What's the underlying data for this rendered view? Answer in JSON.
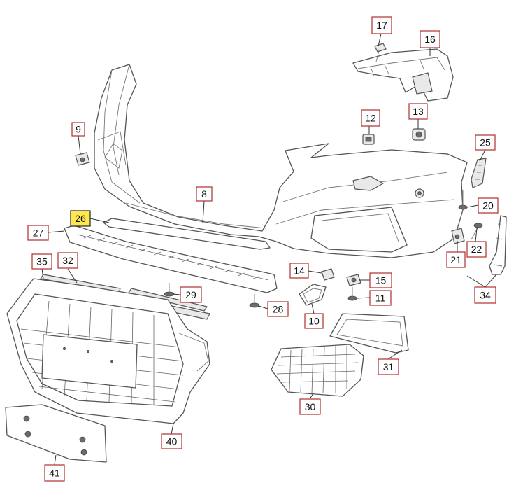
{
  "diagram": {
    "highlight_color": "#ffe84d",
    "callout_border_color": "#b03030",
    "callouts": [
      {
        "id": "c8",
        "label": "8"
      },
      {
        "id": "c9",
        "label": "9"
      },
      {
        "id": "c10",
        "label": "10"
      },
      {
        "id": "c11",
        "label": "11"
      },
      {
        "id": "c12",
        "label": "12"
      },
      {
        "id": "c13",
        "label": "13"
      },
      {
        "id": "c14",
        "label": "14"
      },
      {
        "id": "c15",
        "label": "15"
      },
      {
        "id": "c16",
        "label": "16"
      },
      {
        "id": "c17",
        "label": "17"
      },
      {
        "id": "c20",
        "label": "20"
      },
      {
        "id": "c21",
        "label": "21"
      },
      {
        "id": "c22",
        "label": "22"
      },
      {
        "id": "c25",
        "label": "25"
      },
      {
        "id": "c26",
        "label": "26",
        "highlighted": true
      },
      {
        "id": "c27",
        "label": "27"
      },
      {
        "id": "c28",
        "label": "28"
      },
      {
        "id": "c29",
        "label": "29"
      },
      {
        "id": "c30",
        "label": "30"
      },
      {
        "id": "c31",
        "label": "31"
      },
      {
        "id": "c32",
        "label": "32"
      },
      {
        "id": "c34",
        "label": "34"
      },
      {
        "id": "c35",
        "label": "35"
      },
      {
        "id": "c40",
        "label": "40"
      },
      {
        "id": "c41",
        "label": "41"
      }
    ]
  }
}
